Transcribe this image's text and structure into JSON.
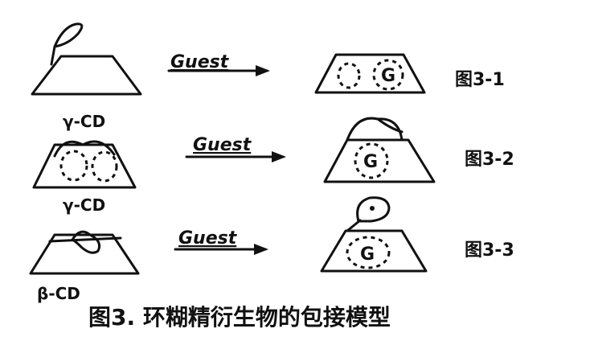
{
  "rows": [
    {
      "host_label": "γ-CD",
      "arrow_label": "Guest",
      "guest_symbol": "G",
      "figure_label": "图3-1"
    },
    {
      "host_label": "γ-CD",
      "arrow_label": "Guest",
      "guest_symbol": "G",
      "figure_label": "图3-2"
    },
    {
      "host_label": "β-CD",
      "arrow_label": "Guest",
      "guest_symbol": "G",
      "figure_label": "图3-3"
    }
  ],
  "caption": "图3. 环糊精衍生物的包接模型"
}
